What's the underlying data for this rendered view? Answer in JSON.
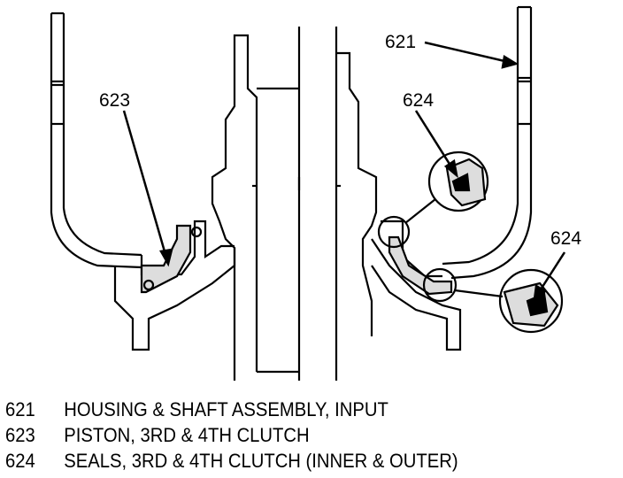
{
  "callouts": {
    "housing": "621",
    "piston": "623",
    "seal_inner": "624",
    "seal_outer": "624"
  },
  "legend": [
    {
      "number": "621",
      "description": "HOUSING & SHAFT ASSEMBLY, INPUT"
    },
    {
      "number": "623",
      "description": "PISTON, 3RD & 4TH CLUTCH"
    },
    {
      "number": "624",
      "description": "SEALS, 3RD & 4TH CLUTCH (INNER & OUTER)"
    }
  ]
}
